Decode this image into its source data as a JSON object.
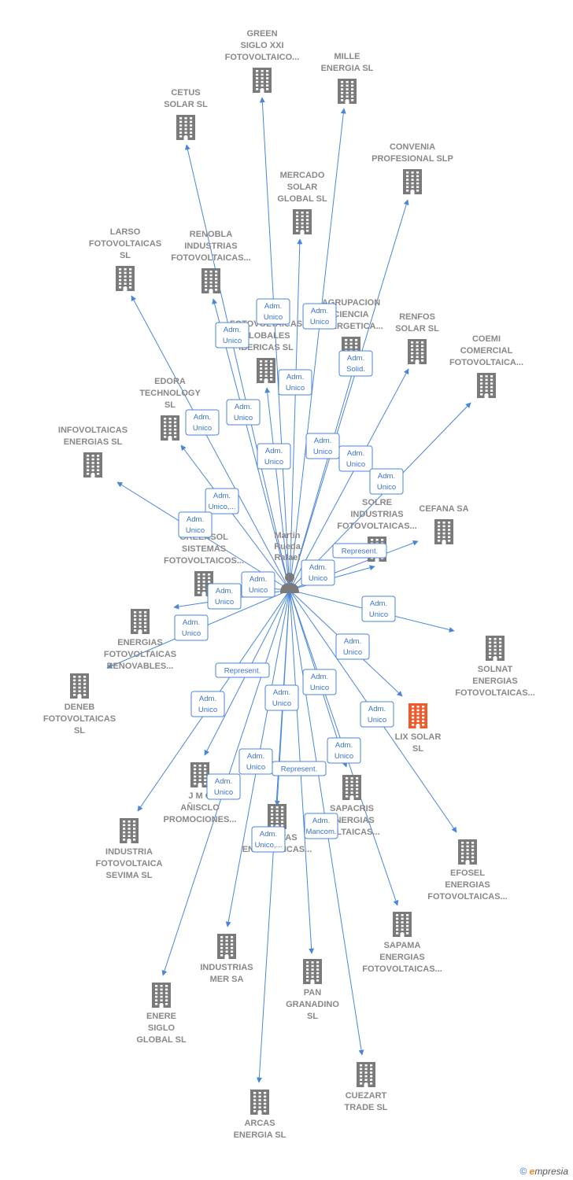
{
  "center": {
    "lines": [
      "Martin",
      "Rueda",
      "Rafael"
    ]
  },
  "colors": {
    "edge": "#4a86d8",
    "building": "#7a7a7a",
    "highlight": "#f0592a"
  },
  "nodes": [
    {
      "id": "green",
      "lines": [
        "GREEN",
        "SIGLO XXI",
        "FOTOVOLTAICO..."
      ]
    },
    {
      "id": "mille",
      "lines": [
        "MILLE",
        "ENERGIA  SL"
      ]
    },
    {
      "id": "cetus",
      "lines": [
        "CETUS",
        "SOLAR SL"
      ]
    },
    {
      "id": "convenia",
      "lines": [
        "CONVENIA",
        "PROFESIONAL SLP"
      ]
    },
    {
      "id": "mercado",
      "lines": [
        "MERCADO",
        "SOLAR",
        "GLOBAL  SL"
      ]
    },
    {
      "id": "larso",
      "lines": [
        "LARSO",
        "FOTOVOLTAICAS",
        "SL"
      ]
    },
    {
      "id": "renobla",
      "lines": [
        "RENOBLA",
        "INDUSTRIAS",
        "FOTOVOLTAICAS..."
      ]
    },
    {
      "id": "agrupacion",
      "lines": [
        "AGRUPACION",
        "CIENCIA",
        "ENERGETICA..."
      ]
    },
    {
      "id": "fotoglobales",
      "lines": [
        "FOTOVOLTAICAS",
        "GLOBALES",
        "IBERICAS  SL"
      ]
    },
    {
      "id": "renfos",
      "lines": [
        "RENFOS",
        "SOLAR  SL"
      ]
    },
    {
      "id": "coemi",
      "lines": [
        "COEMI",
        "COMERCIAL",
        "FOTOVOLTAICA..."
      ]
    },
    {
      "id": "edora",
      "lines": [
        "EDORA",
        "TECHNOLOGY",
        "SL"
      ]
    },
    {
      "id": "infovoltaicas",
      "lines": [
        "INFOVOLTAICAS",
        "ENERGIAS  SL"
      ]
    },
    {
      "id": "solre",
      "lines": [
        "SOLRE",
        "INDUSTRIAS",
        "FOTOVOLTAICAS..."
      ]
    },
    {
      "id": "cefana",
      "lines": [
        "CEFANA SA"
      ]
    },
    {
      "id": "sistemas",
      "lines": [
        "GREENSOL",
        "SISTEMAS",
        "FOTOVOLTAICOS..."
      ]
    },
    {
      "id": "energiasrenov",
      "lines": [
        "ENERGIAS",
        "FOTOVOLTAICAS",
        "RENOVABLES..."
      ]
    },
    {
      "id": "solnat",
      "lines": [
        "SOLNAT",
        "ENERGIAS",
        "FOTOVOLTAICAS..."
      ]
    },
    {
      "id": "deneb",
      "lines": [
        "DENEB",
        "FOTOVOLTAICAS",
        "SL"
      ]
    },
    {
      "id": "lix",
      "lines": [
        "LIX SOLAR",
        "SL"
      ],
      "highlight": true
    },
    {
      "id": "jmc",
      "lines": [
        "J M C",
        "AÑISCLO",
        "PROMOCIONES..."
      ]
    },
    {
      "id": "sapacris",
      "lines": [
        "SAPACRIS",
        "ENERGIAS",
        "VOLTAICAS..."
      ]
    },
    {
      "id": "industriasevima",
      "lines": [
        "INDUSTRIA",
        "FOTOVOLTAICA",
        "SEVIMA  SL"
      ]
    },
    {
      "id": "plantas",
      "lines": [
        "PLANTAS",
        "ENERGETICAS..."
      ]
    },
    {
      "id": "efosel",
      "lines": [
        "EFOSEL",
        "ENERGIAS",
        "FOTOVOLTAICAS..."
      ]
    },
    {
      "id": "industriasmer",
      "lines": [
        "INDUSTRIAS",
        "MER SA"
      ]
    },
    {
      "id": "sapama",
      "lines": [
        "SAPAMA",
        "ENERGIAS",
        "FOTOVOLTAICAS..."
      ]
    },
    {
      "id": "pan",
      "lines": [
        "PAN",
        "GRANADINO",
        "SL"
      ]
    },
    {
      "id": "enere",
      "lines": [
        "ENERE",
        "SIGLO",
        "GLOBAL  SL"
      ]
    },
    {
      "id": "cuezart",
      "lines": [
        "CUEZART",
        "TRADE SL"
      ]
    },
    {
      "id": "arcas",
      "lines": [
        "ARCAS",
        "ENERGIA  SL"
      ]
    }
  ],
  "relations": [
    {
      "target": "green",
      "lines": [
        "Adm.",
        "Unico"
      ]
    },
    {
      "target": "mille",
      "lines": [
        "Adm.",
        "Unico"
      ]
    },
    {
      "target": "cetus",
      "lines": [
        "Adm.",
        "Unico"
      ]
    },
    {
      "target": "convenia",
      "lines": [
        "Adm.",
        "Solid."
      ]
    },
    {
      "target": "mercado",
      "lines": [
        "Adm.",
        "Unico"
      ]
    },
    {
      "target": "larso",
      "lines": [
        "Adm.",
        "Unico"
      ]
    },
    {
      "target": "renobla",
      "lines": [
        "Adm.",
        "Unico"
      ]
    },
    {
      "target": "agrupacion",
      "lines": [
        "Adm.",
        "Unico"
      ]
    },
    {
      "target": "fotoglobales",
      "lines": [
        "Adm.",
        "Unico"
      ]
    },
    {
      "target": "renfos",
      "lines": [
        "Adm.",
        "Unico"
      ]
    },
    {
      "target": "coemi",
      "lines": [
        "Adm.",
        "Unico"
      ]
    },
    {
      "target": "edora",
      "lines": [
        "Adm.",
        "Unico,..."
      ]
    },
    {
      "target": "infovoltaicas",
      "lines": [
        "Adm.",
        "Unico"
      ]
    },
    {
      "target": "solre",
      "lines": [
        "Adm.",
        "Unico"
      ]
    },
    {
      "target": "cefana",
      "lines": [
        "Represent."
      ]
    },
    {
      "target": "sistemas",
      "lines": [
        "Adm.",
        "Unico"
      ]
    },
    {
      "target": "energiasrenov",
      "lines": [
        "Adm.",
        "Unico"
      ]
    },
    {
      "target": "solnat",
      "lines": [
        "Adm.",
        "Unico"
      ]
    },
    {
      "target": "deneb",
      "lines": [
        "Adm.",
        "Unico"
      ]
    },
    {
      "target": "lix",
      "lines": [
        "Adm.",
        "Unico"
      ]
    },
    {
      "target": "jmc",
      "lines": [
        "Represent."
      ]
    },
    {
      "target": "sapacris",
      "lines": [
        "Adm.",
        "Unico"
      ]
    },
    {
      "target": "industriasevima",
      "lines": [
        "Adm.",
        "Unico"
      ]
    },
    {
      "target": "plantas",
      "lines": [
        "Adm.",
        "Unico"
      ]
    },
    {
      "target": "efosel",
      "lines": [
        "Adm.",
        "Unico"
      ]
    },
    {
      "target": "industriasmer",
      "lines": [
        "Adm.",
        "Unico"
      ]
    },
    {
      "target": "sapama",
      "lines": [
        "Adm.",
        "Unico"
      ]
    },
    {
      "target": "pan",
      "lines": [
        "Represent."
      ]
    },
    {
      "target": "enere",
      "lines": [
        "Adm.",
        "Unico"
      ]
    },
    {
      "target": "cuezart",
      "lines": [
        "Adm.",
        "Mancom."
      ]
    },
    {
      "target": "arcas",
      "lines": [
        "Adm.",
        "Unico,..."
      ]
    }
  ],
  "footer": {
    "copyright": "©",
    "brand_e": "e",
    "brand_rest": "mpresia"
  }
}
